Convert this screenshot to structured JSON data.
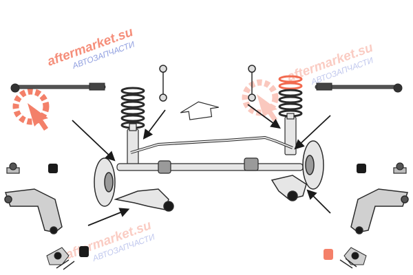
{
  "watermarks": [
    {
      "brand": "aftermarket.su",
      "tagline": "АВТОЗАПЧАСТИ"
    },
    {
      "brand": "aftermarket.su",
      "tagline": "АВТОЗАПЧАСТИ"
    },
    {
      "brand": "aftermarket.su",
      "tagline": "АВТОЗАПЧАСТИ"
    }
  ],
  "colors": {
    "accent": "#f26a4f",
    "accent_light": "#f7a493",
    "tagline": "#6b7fd6",
    "outline": "#2a2a2a",
    "part_fill": "#e6e6e6",
    "part_dark": "#9a9a9a",
    "bushing": "#1a1a1a",
    "arrow": "#1a1a1a"
  },
  "parts": {
    "tie_rods": "tie-rod-icon",
    "stabilizer_links": "stabilizer-link-icon",
    "coil_springs": "coil-spring-icon",
    "shock_absorbers": "shock-absorber-icon",
    "control_arms": "control-arm-icon",
    "ball_joints": "ball-joint-icon",
    "bushings": "bushing-icon",
    "brake_discs": "brake-disc-icon",
    "stabilizer_bar": "stabilizer-bar-icon",
    "steering_rack": "steering-rack-icon",
    "direction_arrow": "forward-direction-arrow-icon"
  }
}
